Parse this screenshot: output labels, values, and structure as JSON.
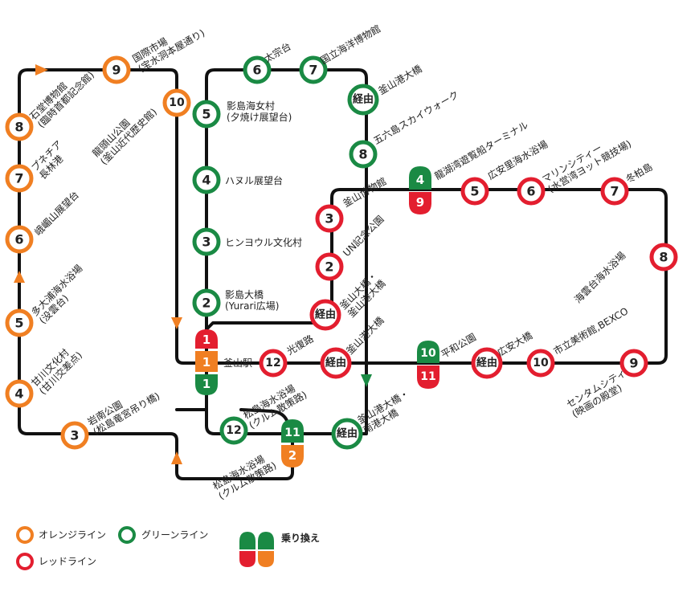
{
  "colors": {
    "orange": "#f07f22",
    "green": "#1a8a44",
    "red": "#e31e2f",
    "line": "#111111"
  },
  "stations": {
    "kokusai": "国際市場\n(宝水洞本屋通り)",
    "stone_museum": "石堂博物館\n(臨時首都記念館)",
    "busan_chair": "プネチア\n長林港",
    "amidong": "峨嵋山展望台",
    "dadaepo": "多大浦海水浴場\n(没雲台)",
    "gamcheon": "甘川文化村\n(甘川交差点)",
    "ryutouzan": "龍頭山公園\n(釜山近代歴史館)",
    "amnam": "岩南公園\n(松島竜宮吊り橋)",
    "songdo_beach2": "松島海水浴場\n(クルム散策路)",
    "songdo_beach1": "松島海水浴場\n(クルム散策路)",
    "taejongdae": "太宗台",
    "museum_ocean": "国立海洋博物館",
    "busan_bridge": "釜山港大橋",
    "yeongdo_haenyeo": "影島海女村\n(夕焼け展望台)",
    "hanul": "ハヌル展望台",
    "huinyeoul": "ヒンヨウル文化村",
    "yeongdo_bridge": "影島大橋\n(Yurari広場)",
    "oryukdo": "五六島スカイウォーク",
    "busan_museum": "釜山博物館",
    "un_park": "UN記念公園",
    "daegyo_via": "釜山大橋・\n釜山港大橋",
    "yongho": "龍湖湾遊覧船ターミナル",
    "gwangalli": "広安里海水浴場",
    "marine": "マリンシティー\n(水営湾ヨット競技場)",
    "dongbaek": "冬柏島",
    "haeundae": "海雲台海水浴場",
    "bexco": "市立美術館,BEXCO",
    "centum": "センタムシティ\n(映画の殿堂)",
    "gwangbokro": "光復路",
    "busan_port_bridge": "釜山港大橋",
    "pyeonghwa": "平和公園",
    "gwangan_bridge": "広安大橋",
    "busan_station": "釜山駅",
    "south_port": "釜山港大橋・\n南港大橋"
  },
  "nodes": {
    "o2": "2",
    "o3": "3",
    "o4": "4",
    "o5": "5",
    "o6": "6",
    "o7": "7",
    "o8": "8",
    "o9": "9",
    "o10": "10",
    "g2": "2",
    "g3": "3",
    "g4": "4",
    "g5": "5",
    "g6": "6",
    "g7": "7",
    "g8": "8",
    "g12": "12",
    "r2": "2",
    "r3": "3",
    "r5": "5",
    "r6": "6",
    "r7": "7",
    "r8": "8",
    "r9": "9",
    "r10": "10",
    "r12": "12",
    "via": "経由",
    "t_station_r": "1",
    "t_station_o": "1",
    "t_station_g": "1",
    "t_yongho_g": "4",
    "t_yongho_r": "9",
    "t_pyeonghwa_g": "10",
    "t_pyeonghwa_r": "11",
    "t_songdo_g": "11",
    "t_songdo_o": "2"
  },
  "legend": {
    "orange": "オレンジライン",
    "green": "グリーンライン",
    "red": "レッドライン",
    "transfer": "乗り換え"
  }
}
